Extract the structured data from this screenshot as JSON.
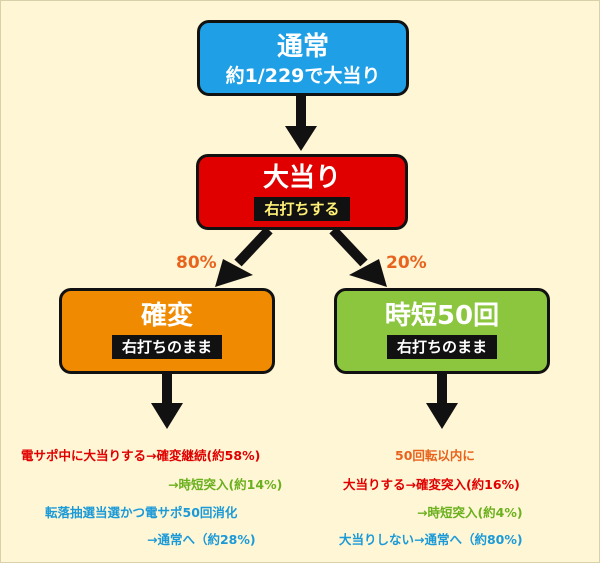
{
  "nodes": {
    "normal": {
      "title": "通常",
      "sub": "約1/229で大当り"
    },
    "jackpot": {
      "title": "大当り",
      "plate": "右打ちする"
    },
    "kakuhen": {
      "title": "確変",
      "plate": "右打ちのまま"
    },
    "jitan": {
      "title": "時短50回",
      "plate": "右打ちのまま"
    }
  },
  "edges": {
    "left_pct": "80%",
    "right_pct": "20%"
  },
  "left_notes": [
    "電サポ中に大当りする→確変継続(約58%)",
    "→時短突入(約14%)",
    "転落抽選当選かつ電サポ50回消化",
    "→通常へ（約28%)"
  ],
  "right_notes": [
    "50回転以内に",
    "大当りする→確変突入(約16%)",
    "→時短突入(約4%)",
    "大当りしない→通常へ（約80%)"
  ],
  "colors": {
    "background": "#FFF6D5",
    "normal": "#1FA0E6",
    "jackpot": "#E00000",
    "kakuhen": "#F08A00",
    "jitan": "#8CC63F",
    "arrow": "#111111"
  }
}
